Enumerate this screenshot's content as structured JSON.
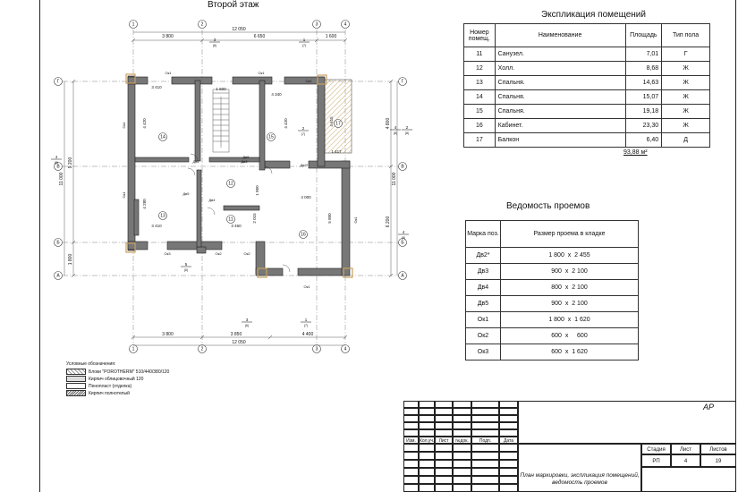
{
  "plan": {
    "title": "Второй этаж",
    "axes_top": [
      "1",
      "2",
      "3",
      "4"
    ],
    "axes_bottom": [
      "1",
      "2",
      "3",
      "4"
    ],
    "axes_left": [
      "Г",
      "В",
      "Б",
      "А"
    ],
    "axes_right": [
      "Г",
      "В",
      "Б",
      "А"
    ],
    "dim_top_total": "12 050",
    "dim_top": [
      "3 800",
      "6 650",
      "1 600"
    ],
    "dim_bottom": [
      "3 800",
      "3 850",
      "4 400"
    ],
    "dim_bottom_total": "12 050",
    "dim_left": [
      "9 200",
      "1 800"
    ],
    "dim_left_total": "11 000",
    "dim_right": [
      "4 800",
      "6 200"
    ],
    "dim_right_total": "11 000",
    "rooms": [
      "14",
      "15",
      "13",
      "12",
      "11",
      "16",
      "17"
    ],
    "inner_dims": [
      "3 410",
      "1 600",
      "4 340",
      "4 420",
      "4 420",
      "4 615",
      "3 410",
      "4 280",
      "3 460",
      "2 015",
      "4 000",
      "5 800",
      "1 417",
      "1 860"
    ],
    "openings": [
      "Ок1",
      "Ок1",
      "Ок1",
      "Ок1",
      "Ок1",
      "Ок1",
      "Ок1",
      "Ок2",
      "Ок2",
      "Ок3",
      "Дв2*",
      "Дв3",
      "Дв4",
      "Дв4",
      "Дв5",
      "Дв5"
    ],
    "sections": [
      {
        "num": "3",
        "ref": "(6)"
      },
      {
        "num": "1",
        "ref": "(7)"
      },
      {
        "num": "2",
        "ref": "(7)"
      },
      {
        "num": "5",
        "ref": "(6)"
      },
      {
        "num": "3",
        "ref": "(6)"
      },
      {
        "num": "1",
        "ref": "(7)"
      },
      {
        "num": "2",
        "ref": "(8)"
      },
      {
        "num": "4",
        "ref": "(8)"
      },
      {
        "num": "4",
        "ref": "(8)"
      },
      {
        "num": "4",
        "ref": "(8)"
      }
    ]
  },
  "explication": {
    "title": "Экспликация помещений",
    "headers": [
      "Номер помещ.",
      "Наименование",
      "Площадь",
      "Тип пола"
    ],
    "rows": [
      [
        "11",
        "Санузел.",
        "7,01",
        "Г"
      ],
      [
        "12",
        "Холл.",
        "8,68",
        "Ж"
      ],
      [
        "13",
        "Спальня.",
        "14,63",
        "Ж"
      ],
      [
        "14",
        "Спальня.",
        "15,07",
        "Ж"
      ],
      [
        "15",
        "Спальня.",
        "19,18",
        "Ж"
      ],
      [
        "16",
        "Кабинет.",
        "23,30",
        "Ж"
      ],
      [
        "17",
        "Балкон",
        "6,40",
        "Д"
      ]
    ],
    "total": "93,88 м²"
  },
  "openings_table": {
    "title": "Ведомость проемов",
    "headers": [
      "Марка поз.",
      "Размер проема в кладке"
    ],
    "rows": [
      [
        "Дв2*",
        "1 800  x  2 455"
      ],
      [
        "Дв3",
        "900  x  2 100"
      ],
      [
        "Дв4",
        "800  x  2 100"
      ],
      [
        "Дв5",
        "900  x  2 100"
      ],
      [
        "Ок1",
        "1 800  x  1 620"
      ],
      [
        "Ок2",
        "600  x     600"
      ],
      [
        "Ок3",
        "600  x  1 620"
      ]
    ]
  },
  "legend": {
    "title": "Условные обозначения:",
    "items": [
      "Блоки \"POROTHERM\" 510/440/380/120",
      "Кирпич облицовочный 120",
      "Пенопласт (отделка)",
      "Кирпич полнотелый"
    ]
  },
  "stamp": {
    "code": "АР",
    "cols": [
      "Изм.",
      "Кол.уч.",
      "Лист",
      "№док.",
      "Подп.",
      "Дата"
    ],
    "stage_label": "Стадия",
    "sheet_label": "Лист",
    "sheets_label": "Листов",
    "stage": "РП",
    "sheet": "4",
    "sheets": "19",
    "desc": "План маркировки, экспликация помещений, ведомость проемов"
  },
  "colors": {
    "wall": "#777777",
    "wall_edge": "#222222",
    "insulation": "#c8a060",
    "line": "#333333"
  }
}
